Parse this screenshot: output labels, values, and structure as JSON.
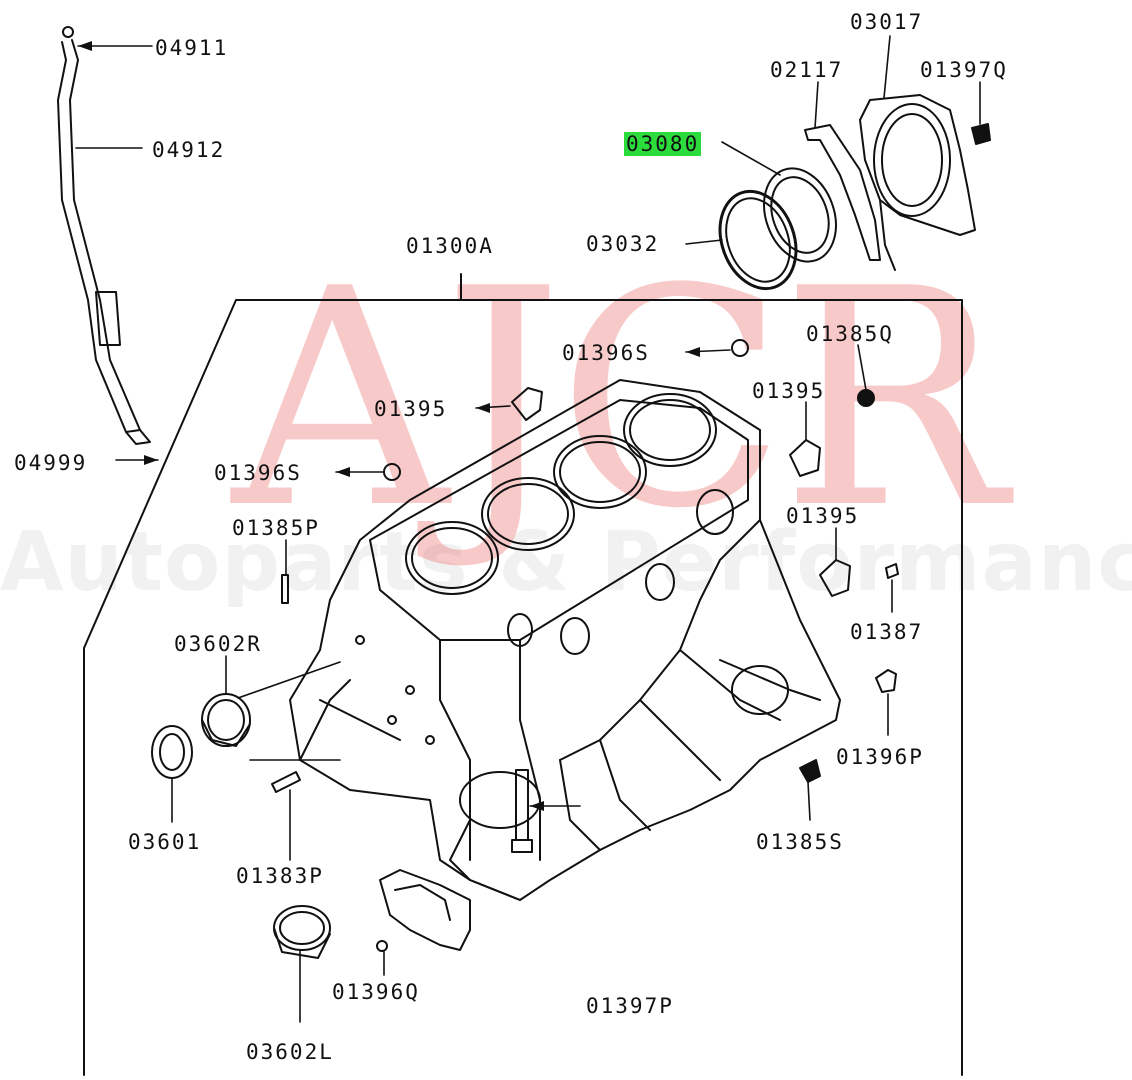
{
  "watermark": {
    "brand": "AJCR",
    "tagline": "Autoparts & Performance",
    "brand_color": "#e03c3c"
  },
  "highlight_color": "#2bdc3c",
  "parts": {
    "p04911": "04911",
    "p04912": "04912",
    "p04999": "04999",
    "p01300A": "01300A",
    "p03017": "03017",
    "p02117": "02117",
    "p01397Q": "01397Q",
    "p03080": "03080",
    "p03032": "03032",
    "p01396S_top": "01396S",
    "p01385Q": "01385Q",
    "p01395_a": "01395",
    "p01395_b": "01395",
    "p01396S_left": "01396S",
    "p01385P": "01385P",
    "p01395_c": "01395",
    "p01387": "01387",
    "p03602R": "03602R",
    "p01396P": "01396P",
    "p01385S": "01385S",
    "p03601": "03601",
    "p01383P": "01383P",
    "p01396Q": "01396Q",
    "p01397P": "01397P",
    "p03602L": "03602L"
  }
}
